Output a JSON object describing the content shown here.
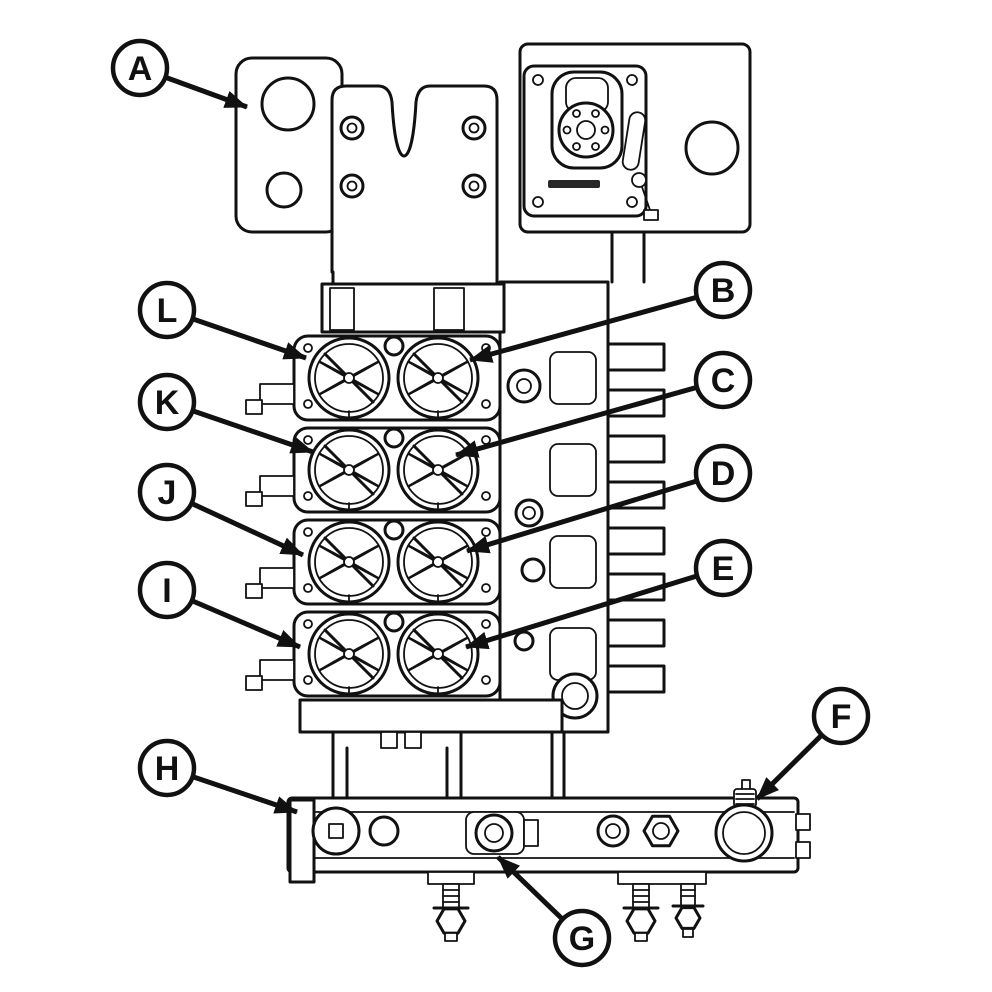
{
  "colors": {
    "ink": "#111111",
    "background": "#ffffff"
  },
  "figure": {
    "kind": "parts-callout-diagram"
  },
  "callouts": [
    {
      "label": "A"
    },
    {
      "label": "B"
    },
    {
      "label": "C"
    },
    {
      "label": "D"
    },
    {
      "label": "E"
    },
    {
      "label": "F"
    },
    {
      "label": "G"
    },
    {
      "label": "H"
    },
    {
      "label": "I"
    },
    {
      "label": "J"
    },
    {
      "label": "K"
    },
    {
      "label": "L"
    }
  ]
}
